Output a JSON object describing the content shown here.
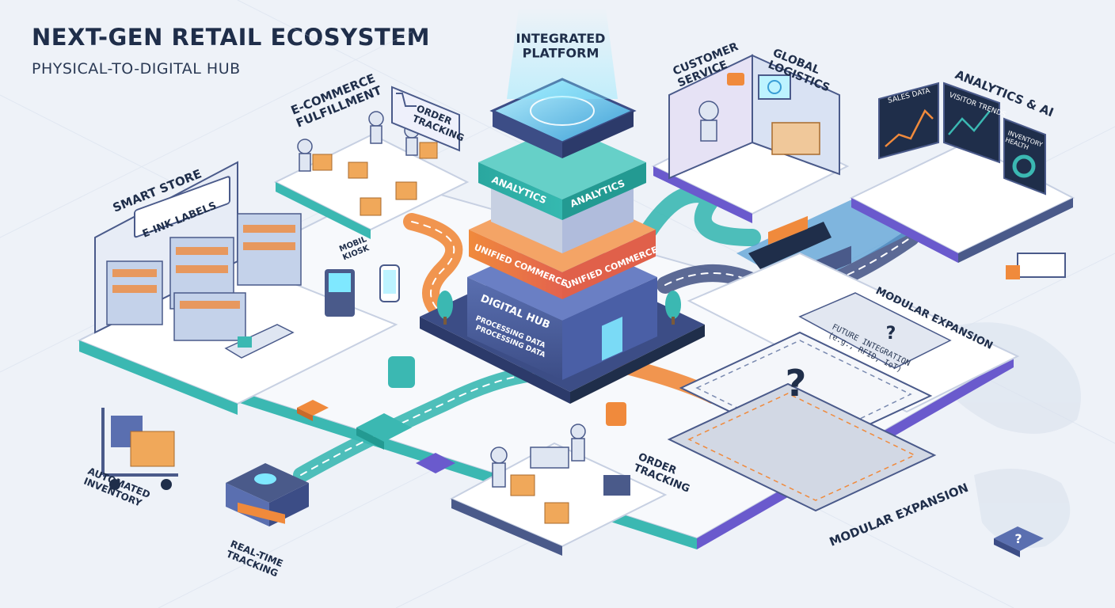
{
  "header": {
    "title": "NEXT-GEN RETAIL ECOSYSTEM",
    "subtitle": "PHYSICAL-TO-DIGITAL HUB"
  },
  "hub": {
    "top_label": "INTEGRATED\nPLATFORM",
    "analytics_left": "ANALYTICS",
    "analytics_right": "ANALYTICS",
    "unified_left": "UNIFIED COMMERCE",
    "unified_right": "UNIFIED COMMERCE",
    "digital_hub": "DIGITAL HUB",
    "processing_1": "PROCESSING DATA",
    "processing_2": "PROCESSING DATA"
  },
  "modules": {
    "smart_store": "SMART STORE",
    "e_ink": "E-INK LABELS",
    "mobile_kiosk": "MOBIL\nKIOSK",
    "ecommerce": "E-COMMERCE\nFULFILLMENT",
    "order_tracking_sign": "ORDER\nTRACKING",
    "customer_service": "CUSTOMER\nSERVICE",
    "global_logistics": "GLOBAL\nLOGISTICS",
    "analytics_ai": "ANALYTICS & AI",
    "sales_data": "SALES DATA",
    "visitor_trends": "VISITOR TRENDS",
    "inventory_health": "INVENTORY\nHEALTH",
    "modular_expansion_top": "MODULAR EXPANSION",
    "future_integration": "FUTURE INTEGRATION\n(e.g., RFID, IoT)",
    "question": "?",
    "modular_expansion_bottom": "MODULAR EXPANSION",
    "automated_inventory": "AUTOMATED\nINVENTORY",
    "real_time_tracking": "REAL-TIME\nTRACKING",
    "order_tracking_bottom": "ORDER\nTRACKING",
    "question_badge": "?"
  },
  "colors": {
    "background": "#eef2f8",
    "navy": "#1f2e4a",
    "teal": "#3bb8b2",
    "orange": "#f08a3c",
    "purple": "#6a5acd",
    "slate": "#4a5a8a",
    "cyan_glow": "#7fe8ff"
  },
  "icons": [
    "cart-icon",
    "robot-icon",
    "box-icon",
    "chart-icon",
    "globe-icon",
    "truck-icon",
    "ship-icon",
    "kiosk-icon",
    "phone-icon",
    "chat-icon",
    "question-icon",
    "tree-icon",
    "monitor-icon"
  ]
}
